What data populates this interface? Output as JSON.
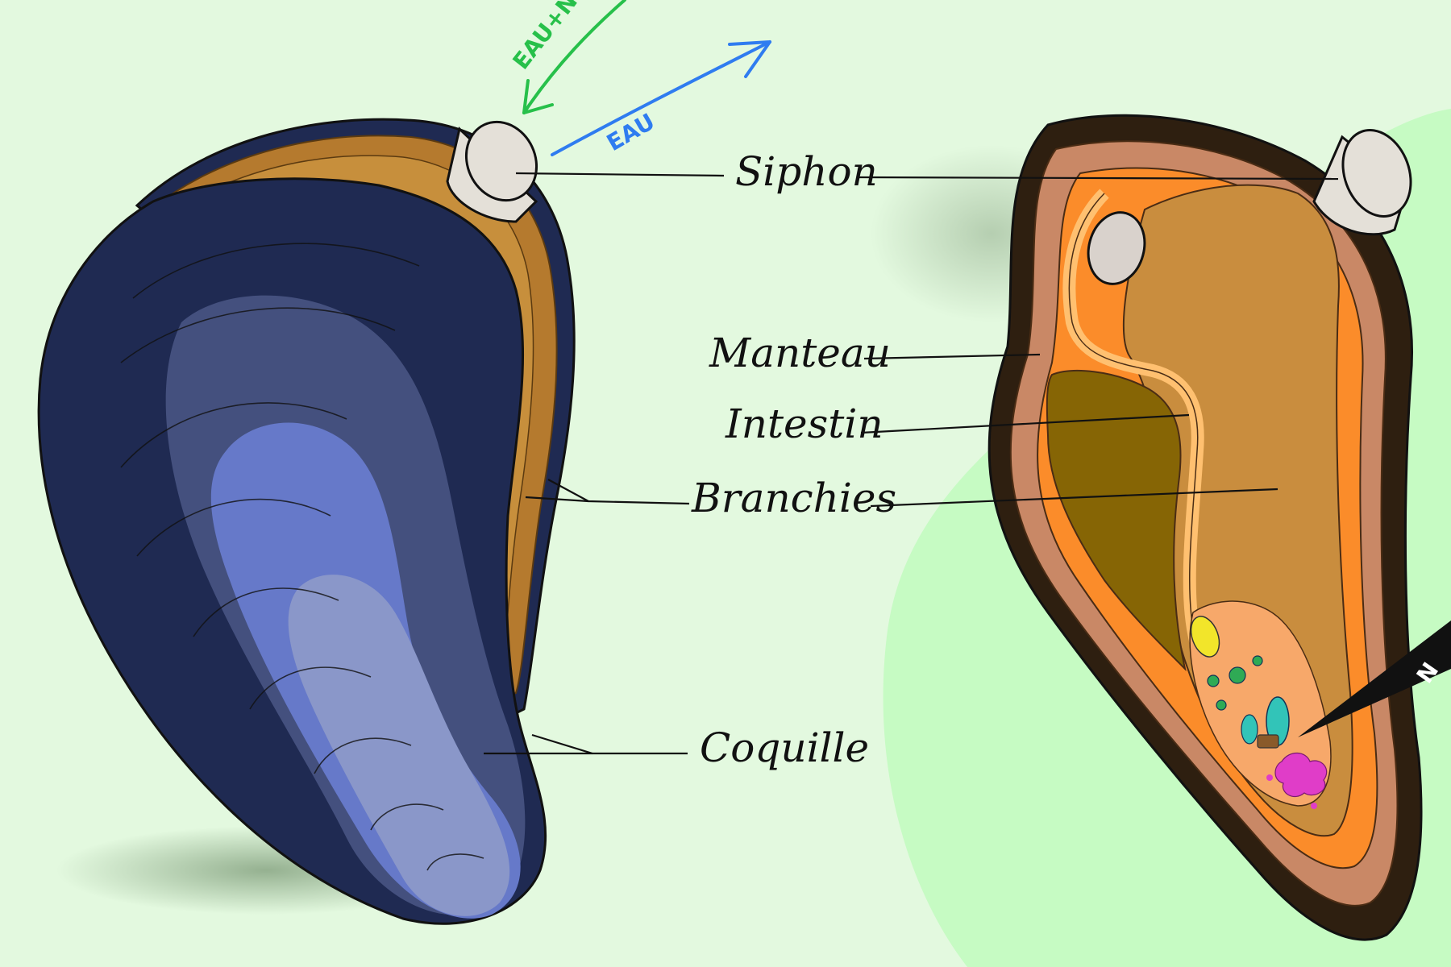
{
  "labels": {
    "siphon": "Siphon",
    "manteau": "Manteau",
    "intestin": "Intestin",
    "branchies": "Branchies",
    "coquille": "Coquille"
  },
  "flow": {
    "outflow": "EAU+N",
    "inflow": "EAU",
    "pointer_letter": "N"
  },
  "colors": {
    "background": "#e3f9df",
    "background_blob": "#c6fbc3",
    "shell_dark": "#1f2a52",
    "shell_mid": "#44507e",
    "shell_light": "#6679c9",
    "shell_pale": "#8a97c9",
    "mantle_orange": "#fb8c2a",
    "gills_tan": "#c98d3e",
    "intestine_olive": "#866505",
    "shell_inner_brown": "#2e1f10",
    "shell_inner_pink": "#c98866",
    "outflow_arrow": "#27c04a",
    "inflow_arrow": "#2f7cf0"
  }
}
